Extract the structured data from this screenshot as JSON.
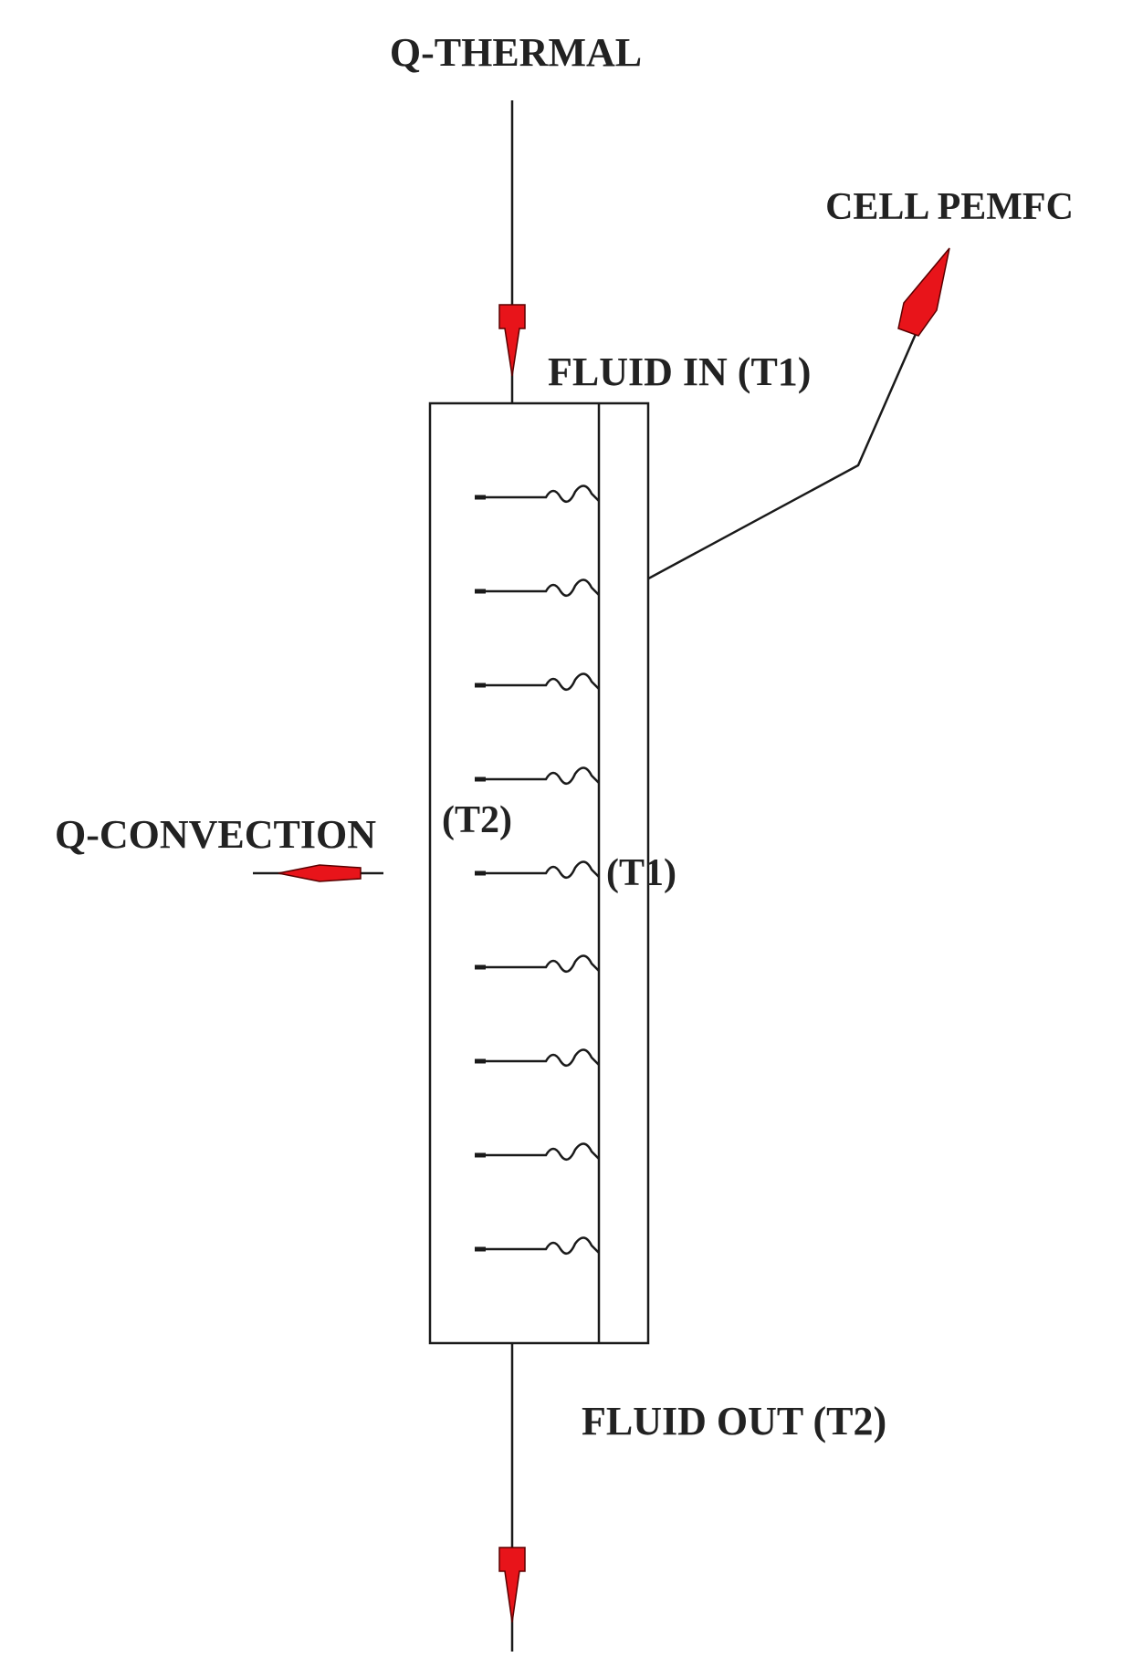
{
  "labels": {
    "q_thermal": "Q-THERMAL",
    "cell_pemfc": "CELL PEMFC",
    "fluid_in": "FLUID IN (T1)",
    "q_convection": "Q-CONVECTION",
    "t2_inner": "(T2)",
    "t1_inner": "(T1)",
    "fluid_out": "FLUID OUT (T2)"
  },
  "colors": {
    "arrow": "#e8141a",
    "line": "#1a1a1a"
  },
  "resistor_count": 9
}
